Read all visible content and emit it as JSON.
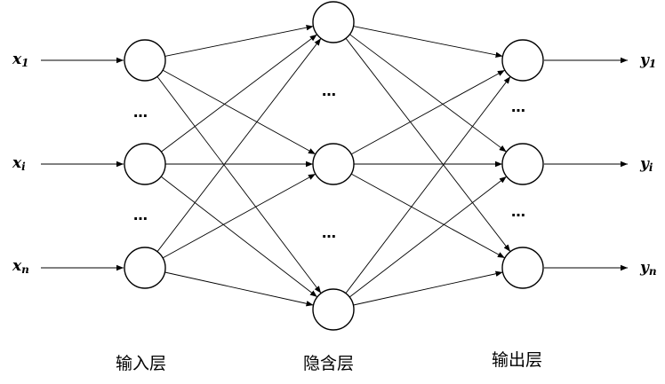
{
  "layers": {
    "input": {
      "label": "输入层",
      "nodes": [
        {
          "var": "x",
          "sub": "1"
        },
        {
          "var": "x",
          "sub": "i"
        },
        {
          "var": "x",
          "sub": "n"
        }
      ],
      "ellipsis": [
        "…",
        "…"
      ]
    },
    "hidden": {
      "label": "隐含层",
      "node_count": 3,
      "ellipsis": [
        "…",
        "…"
      ]
    },
    "output": {
      "label": "输出层",
      "nodes": [
        {
          "var": "y",
          "sub": "1"
        },
        {
          "var": "y",
          "sub": "i"
        },
        {
          "var": "y",
          "sub": "n"
        }
      ],
      "ellipsis": [
        "…",
        "…"
      ]
    }
  },
  "colors": {
    "stroke": "#000000",
    "background": "#ffffff"
  }
}
